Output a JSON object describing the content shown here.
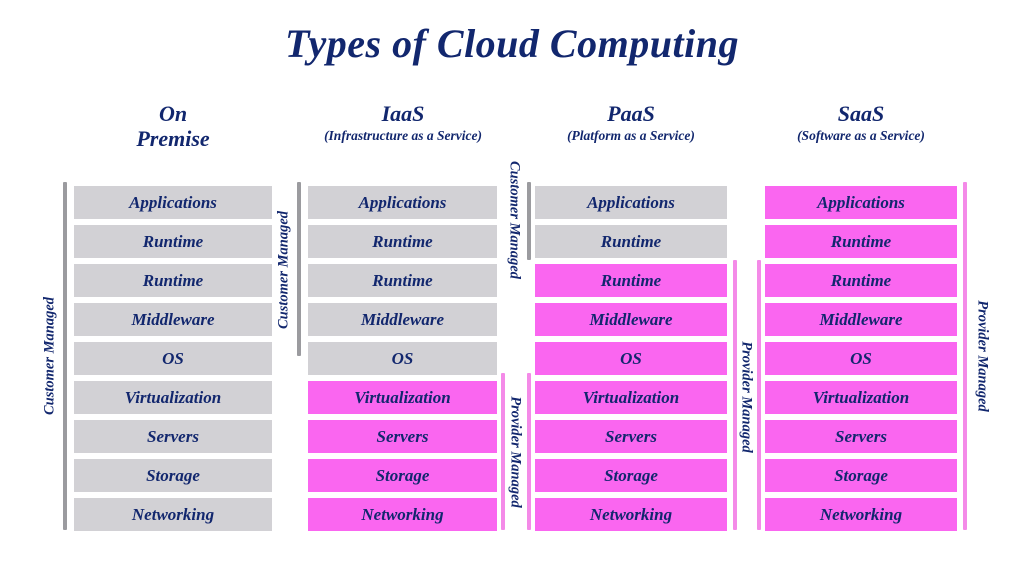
{
  "title": "Types of Cloud Computing",
  "colors": {
    "title_text": "#12276e",
    "row_text": "#12276e",
    "customer_managed_row": "#d2d1d5",
    "provider_managed_row": "#fa66f0",
    "customer_bar": "#9b9b9f",
    "provider_bar": "#f48ae8"
  },
  "layers": [
    "Applications",
    "Runtime",
    "Runtime",
    "Middleware",
    "OS",
    "Virtualization",
    "Servers",
    "Storage",
    "Networking"
  ],
  "columns": [
    {
      "name": "On\nPremise",
      "subtitle": "",
      "customer_managed_count": 9,
      "provider_managed_count": 0,
      "rows": [
        {
          "label": "Applications",
          "managed_by": "customer"
        },
        {
          "label": "Runtime",
          "managed_by": "customer"
        },
        {
          "label": "Runtime",
          "managed_by": "customer"
        },
        {
          "label": "Middleware",
          "managed_by": "customer"
        },
        {
          "label": "OS",
          "managed_by": "customer"
        },
        {
          "label": "Virtualization",
          "managed_by": "customer"
        },
        {
          "label": "Servers",
          "managed_by": "customer"
        },
        {
          "label": "Storage",
          "managed_by": "customer"
        },
        {
          "label": "Networking",
          "managed_by": "customer"
        }
      ]
    },
    {
      "name": "IaaS",
      "subtitle": "(Infrastructure as a Service)",
      "customer_managed_count": 5,
      "provider_managed_count": 4,
      "rows": [
        {
          "label": "Applications",
          "managed_by": "customer"
        },
        {
          "label": "Runtime",
          "managed_by": "customer"
        },
        {
          "label": "Runtime",
          "managed_by": "customer"
        },
        {
          "label": "Middleware",
          "managed_by": "customer"
        },
        {
          "label": "OS",
          "managed_by": "customer"
        },
        {
          "label": "Virtualization",
          "managed_by": "provider"
        },
        {
          "label": "Servers",
          "managed_by": "provider"
        },
        {
          "label": "Storage",
          "managed_by": "provider"
        },
        {
          "label": "Networking",
          "managed_by": "provider"
        }
      ]
    },
    {
      "name": "PaaS",
      "subtitle": "(Platform as a Service)",
      "customer_managed_count": 2,
      "provider_managed_count": 7,
      "rows": [
        {
          "label": "Applications",
          "managed_by": "customer"
        },
        {
          "label": "Runtime",
          "managed_by": "customer"
        },
        {
          "label": "Runtime",
          "managed_by": "provider"
        },
        {
          "label": "Middleware",
          "managed_by": "provider"
        },
        {
          "label": "OS",
          "managed_by": "provider"
        },
        {
          "label": "Virtualization",
          "managed_by": "provider"
        },
        {
          "label": "Servers",
          "managed_by": "provider"
        },
        {
          "label": "Storage",
          "managed_by": "provider"
        },
        {
          "label": "Networking",
          "managed_by": "provider"
        }
      ]
    },
    {
      "name": "SaaS",
      "subtitle": "(Software as a Service)",
      "customer_managed_count": 0,
      "provider_managed_count": 9,
      "rows": [
        {
          "label": "Applications",
          "managed_by": "provider"
        },
        {
          "label": "Runtime",
          "managed_by": "provider"
        },
        {
          "label": "Runtime",
          "managed_by": "provider"
        },
        {
          "label": "Middleware",
          "managed_by": "provider"
        },
        {
          "label": "OS",
          "managed_by": "provider"
        },
        {
          "label": "Virtualization",
          "managed_by": "provider"
        },
        {
          "label": "Servers",
          "managed_by": "provider"
        },
        {
          "label": "Storage",
          "managed_by": "provider"
        },
        {
          "label": "Networking",
          "managed_by": "provider"
        }
      ]
    }
  ],
  "side_labels": {
    "customer": "Customer Managed",
    "provider": "Provider Managed"
  },
  "annotations": [
    {
      "text": "Customer Managed",
      "for_column": "On Premise",
      "side": "left",
      "kind": "customer"
    },
    {
      "text": "Customer Managed",
      "for_column": "IaaS",
      "side": "left",
      "kind": "customer"
    },
    {
      "text": "Provider Managed",
      "for_column": "IaaS",
      "side": "right",
      "kind": "provider"
    },
    {
      "text": "Customer Managed",
      "for_column": "PaaS",
      "side": "left",
      "kind": "customer"
    },
    {
      "text": "Provider Managed",
      "for_column": "PaaS",
      "side": "right",
      "kind": "provider"
    },
    {
      "text": "Provider Managed",
      "for_column": "SaaS",
      "side": "right",
      "kind": "provider"
    }
  ]
}
